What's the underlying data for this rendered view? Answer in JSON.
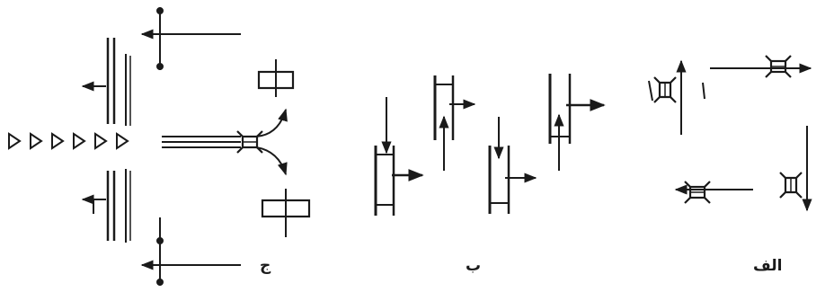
{
  "labels": {
    "alef": "الف",
    "be": "ب",
    "jim": "ج"
  },
  "colors": {
    "ink": "#1a1a1a",
    "background": "#ffffff"
  },
  "icons": [
    "arrow-icon",
    "hydrant-valve-icon",
    "triangle-marker-icon",
    "rectangle-tee-icon"
  ]
}
